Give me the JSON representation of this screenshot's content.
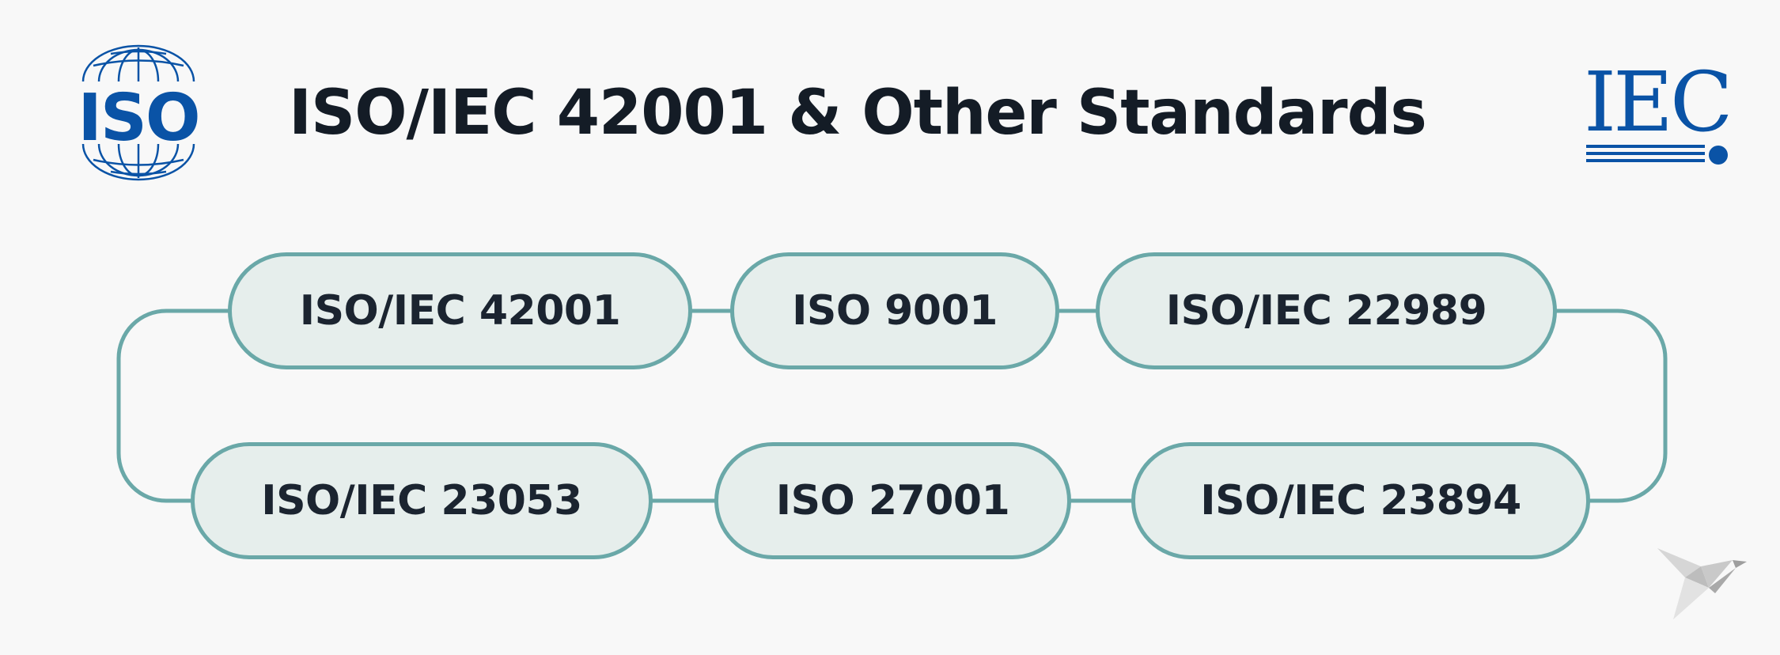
{
  "title": "ISO/IEC 42001 & Other Standards",
  "logos": {
    "iso": "ISO",
    "iec": "IEC"
  },
  "colors": {
    "title": "#141c26",
    "pill_fill": "#e6eeec",
    "pill_border": "#6aa8a8",
    "pill_text": "#1b2430",
    "logo_blue": "#0a53a6",
    "background": "#f8f8f8"
  },
  "standards": [
    {
      "label": "ISO/IEC 42001"
    },
    {
      "label": "ISO 9001"
    },
    {
      "label": "ISO/IEC 22989"
    },
    {
      "label": "ISO/IEC 23053"
    },
    {
      "label": "ISO 27001"
    },
    {
      "label": "ISO/IEC 23894"
    }
  ],
  "icons": {
    "brand_mark": "origami-bird-icon"
  }
}
